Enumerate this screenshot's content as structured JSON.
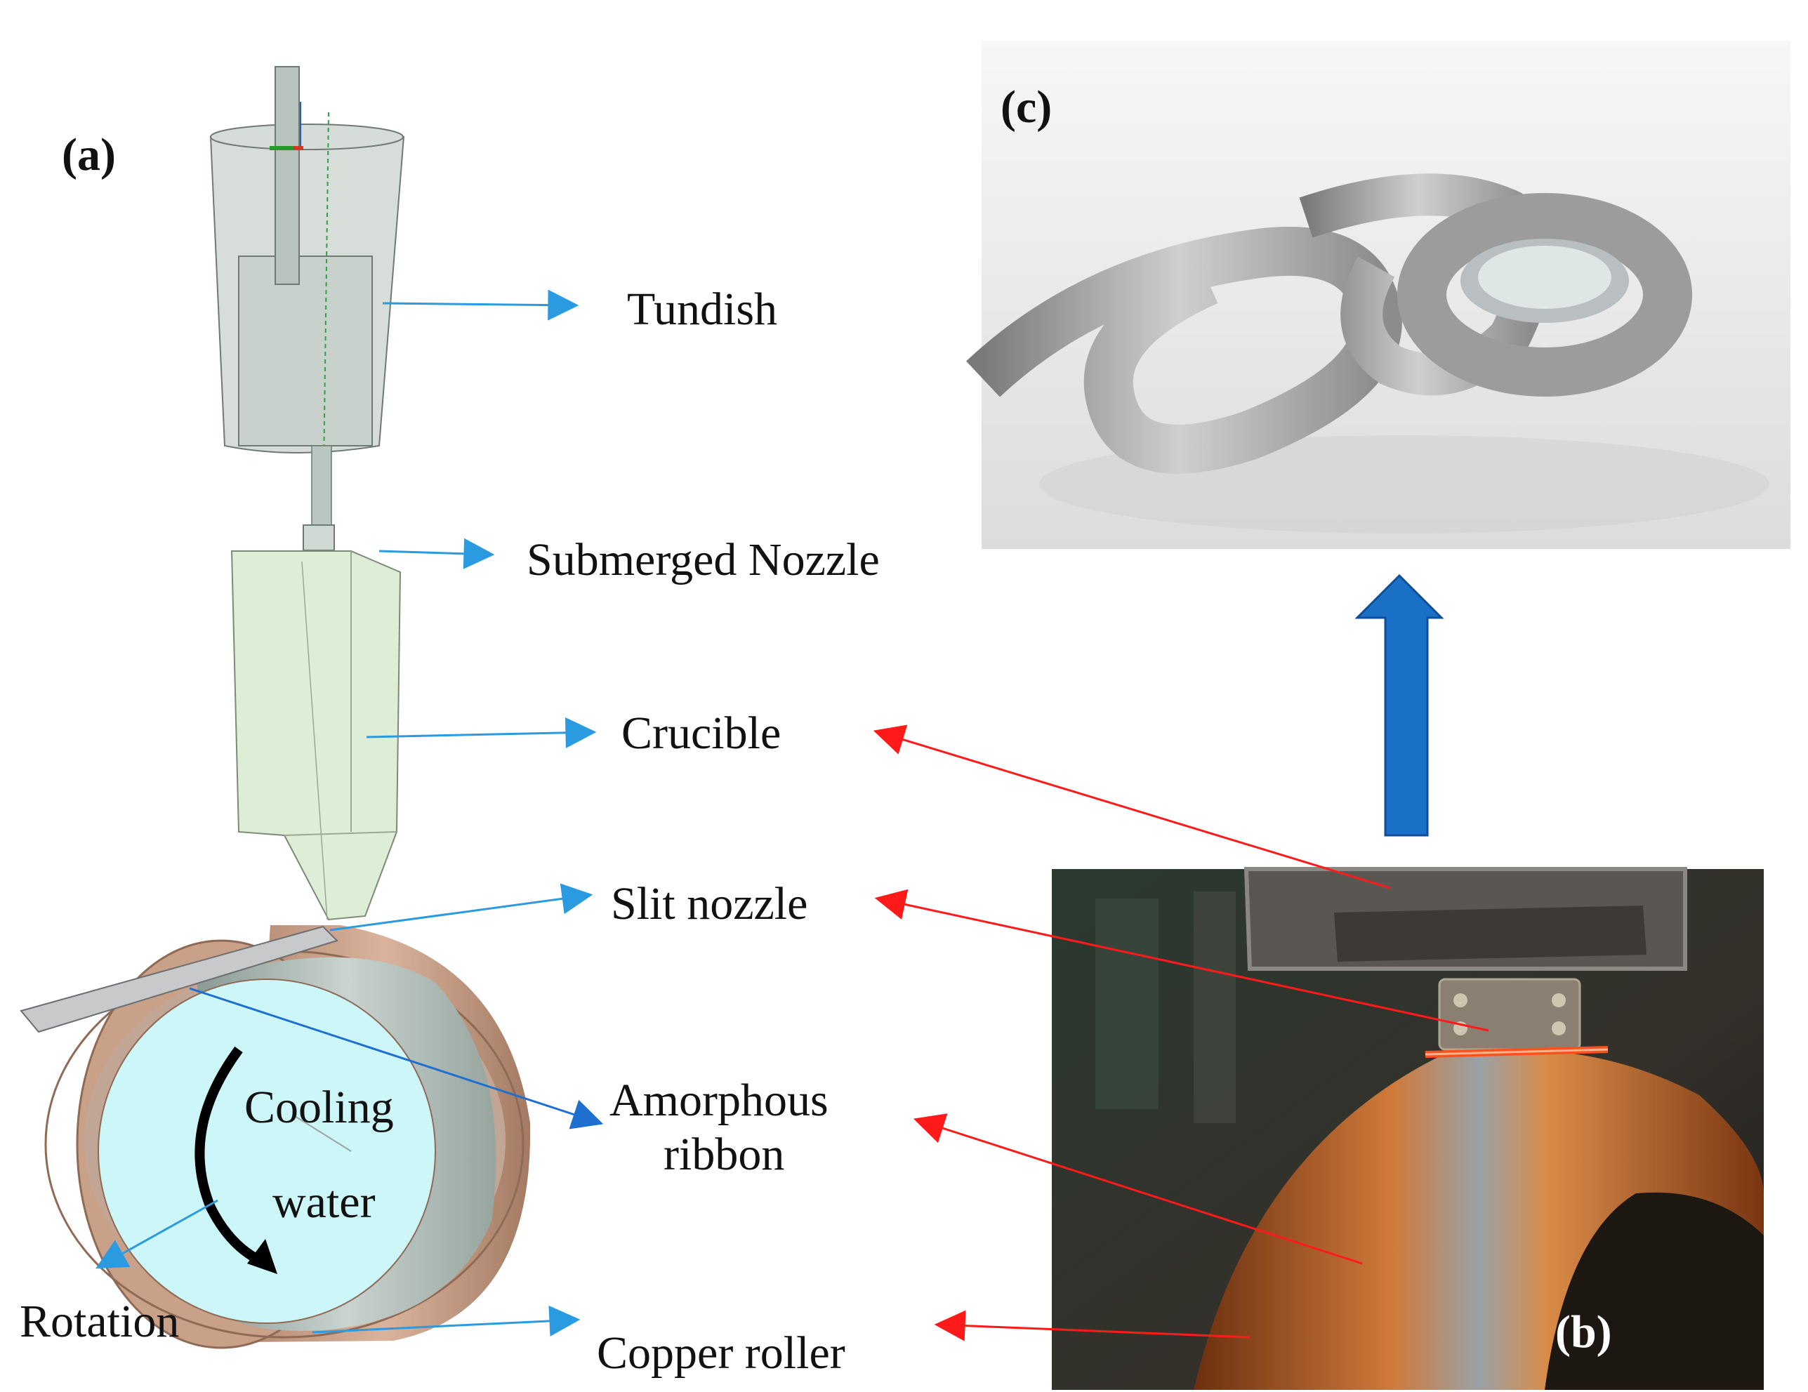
{
  "panels": {
    "a": "(a)",
    "b": "(b)",
    "c": "(c)"
  },
  "labels": {
    "tundish": "Tundish",
    "submerged_nozzle": "Submerged Nozzle",
    "crucible": "Crucible",
    "slit_nozzle": "Slit nozzle",
    "amorphous_ribbon_line1": "Amorphous",
    "amorphous_ribbon_line2": "ribbon",
    "copper_roller": "Copper roller",
    "rotation": "Rotation",
    "cooling": "Cooling",
    "water": "water"
  },
  "colors": {
    "blue_arrow": "#2a9be0",
    "red_arrow": "#ff1a1a",
    "big_arrow": "#1a6fc7",
    "copper": "#c9a088",
    "cooling_water": "#ccf6f7",
    "crucible_fill": "#d9ebd2",
    "tundish_fill": "#c9d2cc"
  }
}
